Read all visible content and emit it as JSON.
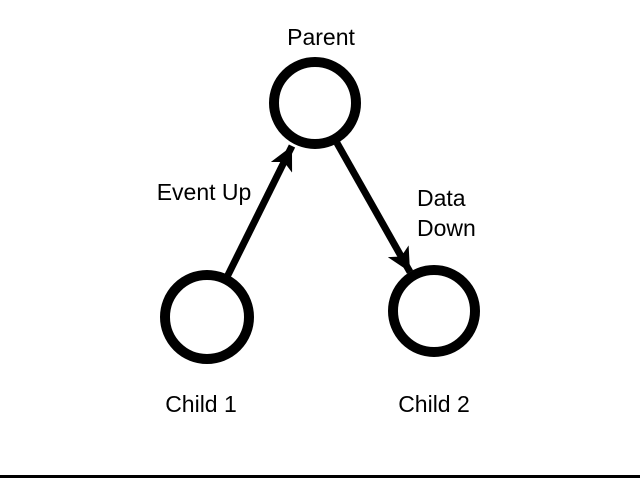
{
  "diagram": {
    "nodes": [
      {
        "id": "parent",
        "label": "Parent"
      },
      {
        "id": "child1",
        "label": "Child 1"
      },
      {
        "id": "child2",
        "label": "Child 2"
      }
    ],
    "edges": [
      {
        "from": "child1",
        "to": "parent",
        "label": "Event Up",
        "direction": "up"
      },
      {
        "from": "parent",
        "to": "child2",
        "label": "Data Down",
        "direction": "down"
      }
    ],
    "colors": {
      "foreground": "#000000",
      "background": "#ffffff"
    }
  }
}
